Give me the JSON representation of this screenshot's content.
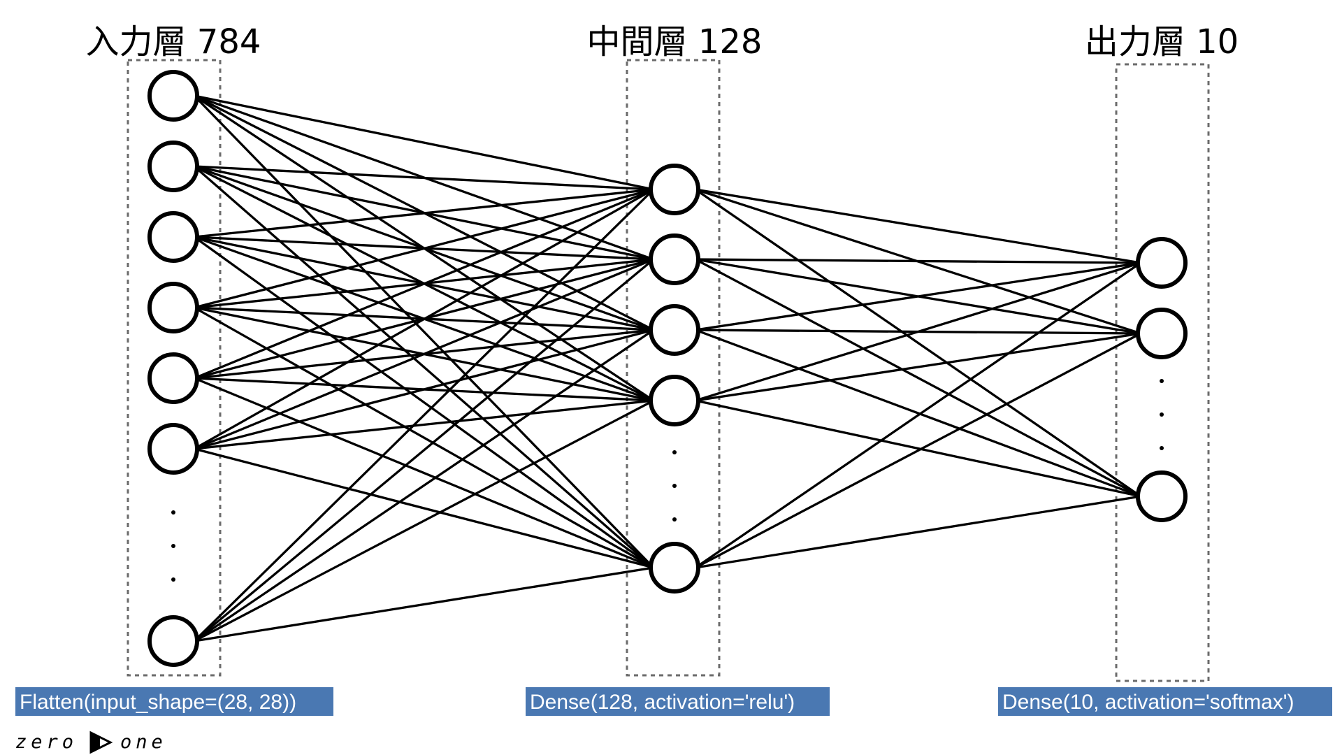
{
  "layers": [
    {
      "id": "input",
      "title": "入力層 784",
      "code": "Flatten(input_shape=(28, 28))",
      "visible_nodes": 7
    },
    {
      "id": "hidden",
      "title": "中間層 128",
      "code": "Dense(128, activation='relu')",
      "visible_nodes": 5
    },
    {
      "id": "output",
      "title": "出力層 10",
      "code": "Dense(10, activation='softmax')",
      "visible_nodes": 3
    }
  ],
  "logo": {
    "left": "zero",
    "right": "one"
  },
  "colors": {
    "code_label_bg": "#4a78b2",
    "code_label_text": "#ffffff",
    "edge": "#000000",
    "node_stroke": "#000000",
    "dashed_box": "#6b6b6b"
  },
  "icons": {
    "logo_mark": "play-triangle-icon"
  }
}
